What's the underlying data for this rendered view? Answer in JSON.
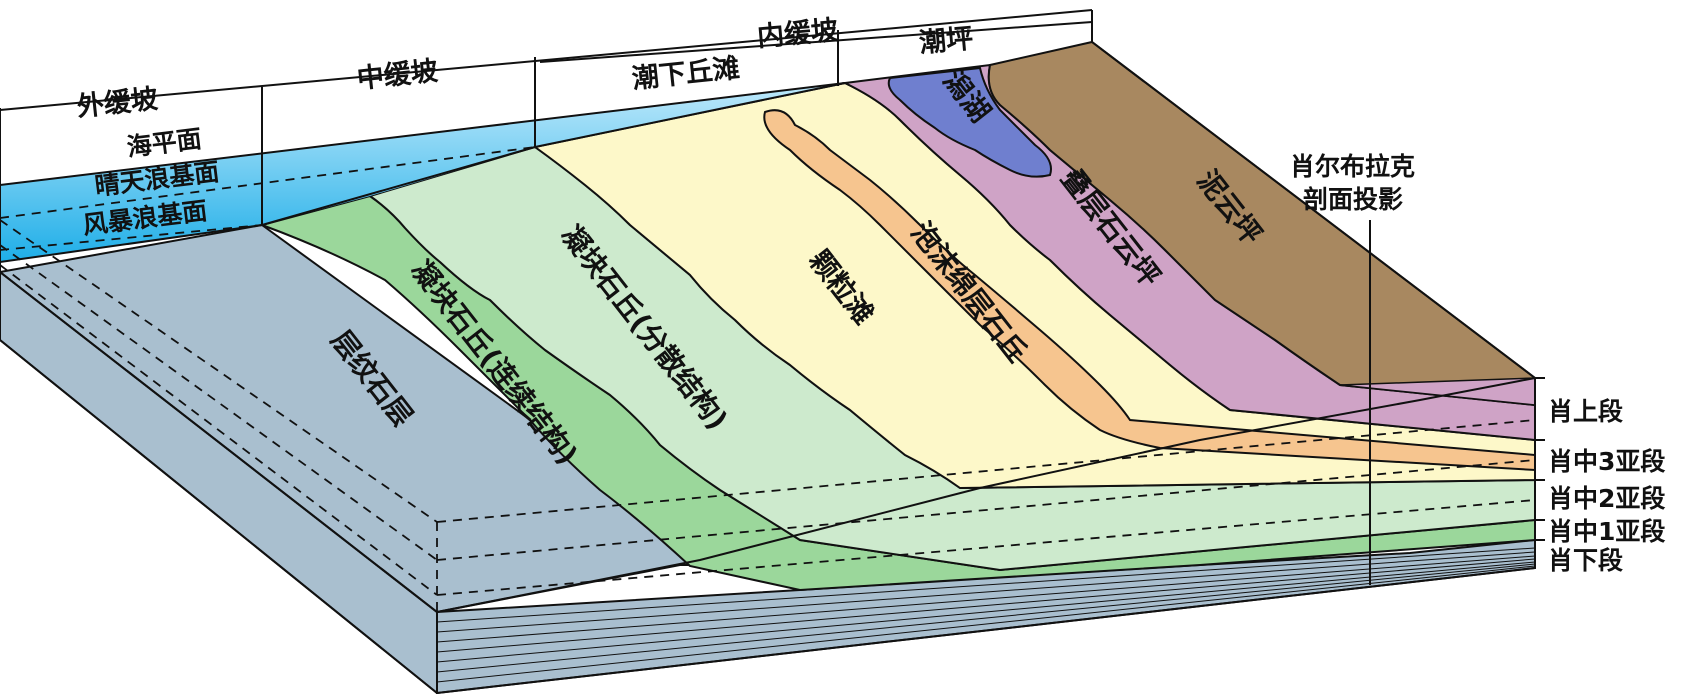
{
  "zones": {
    "outer_ramp": "外缓坡",
    "middle_ramp": "中缓坡",
    "inner_ramp": "内缓坡",
    "subtidal_shoal": "潮下丘滩",
    "tidal_flat": "潮坪"
  },
  "water_levels": {
    "sea_level": "海平面",
    "fair_weather_wave_base": "晴天浪基面",
    "storm_wave_base": "风暴浪基面"
  },
  "facies": {
    "laminite": "层纹石层",
    "thrombolite_continuous": "凝块石丘(连续结构)",
    "thrombolite_dispersed": "凝块石丘(分散结构)",
    "grain_shoal": "颗粒滩",
    "foam_stromatolite": "泡沫绵层石丘",
    "stromatolite_dolomite_flat": "叠层石云坪",
    "lagoon": "潟湖",
    "mud_dolomite_flat": "泥云坪"
  },
  "profile_label": [
    "肖尔布拉克",
    "剖面投影"
  ],
  "units": {
    "upper": "肖上段",
    "middle_3": "肖中3亚段",
    "middle_2": "肖中2亚段",
    "middle_1": "肖中1亚段",
    "lower": "肖下段"
  },
  "colors": {
    "sea": "#4fc3ef",
    "laminite": "#a9bfcf",
    "thrombolite_continuous": "#9bd79b",
    "thrombolite_dispersed": "#cdeacd",
    "grain_shoal": "#fdf8c9",
    "foam_stromatolite": "#f6c58f",
    "stromatolite_flat": "#cfa3c6",
    "lagoon": "#6f7fcf",
    "mud_flat": "#a88860"
  }
}
